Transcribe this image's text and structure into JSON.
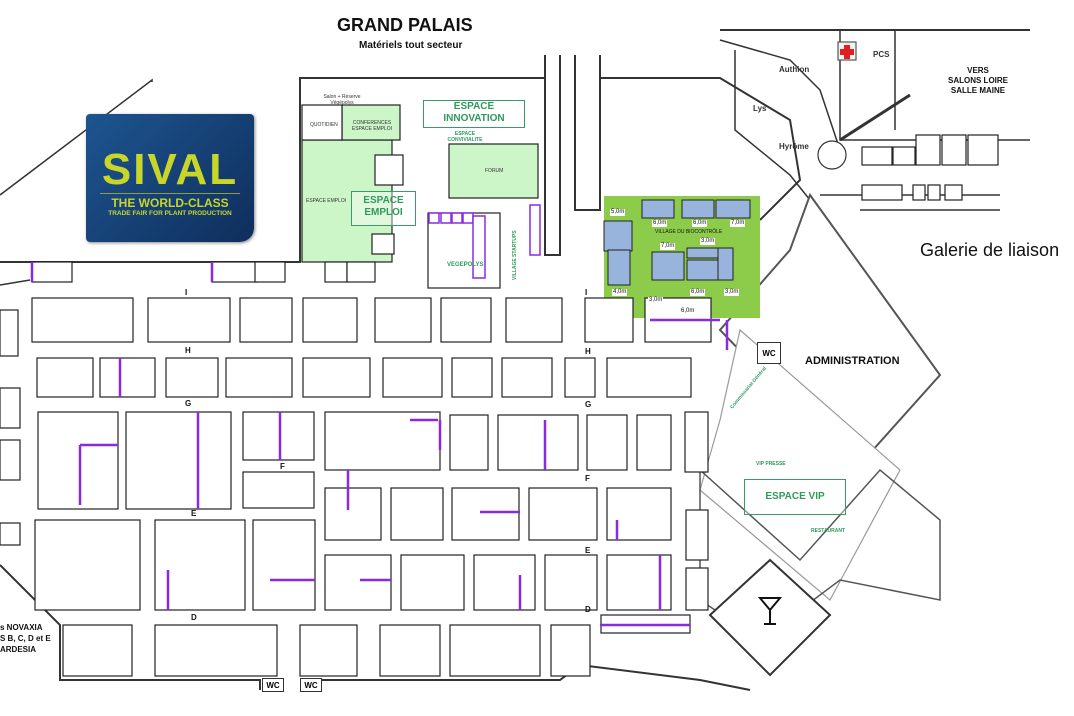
{
  "header": {
    "title": "GRAND PALAIS",
    "subtitle": "Matériels tout secteur"
  },
  "logo": {
    "name": "SIVAL",
    "tagline": "THE WORLD-CLASS",
    "subtagline": "TRADE FAIR FOR PLANT PRODUCTION"
  },
  "zones": {
    "espace_innovation": "ESPACE INNOVATION",
    "espace_emploi": "ESPACE EMPLOI",
    "espace_emploi_small": "ESPACE EMPLOI",
    "espace_convivialite": "ESPACE CONVIVIALITE",
    "forum": "FORUM",
    "quotidien": "QUOTIDIEN",
    "conferences": "CONFERENCES ESPACE EMPLOI",
    "salon_reserve": "Salon + Réserve Végépolys",
    "vegepolys": "VEGEPOLYS",
    "village_startups": "VILLAGE STARTUPS",
    "village_biocontrole": "VILLAGE DU BIOCONTRÔLE",
    "espace_vip": "ESPACE VIP",
    "vip_presse": "VIP PRESSE",
    "restaurant": "RESTAURANT",
    "administration": "ADMINISTRATION",
    "commissariat": "Commissariat Général",
    "galerie": "Galerie de liaison",
    "vers": [
      "VERS",
      "SALONS LOIRE",
      "SALLE MAINE"
    ],
    "novaxia": [
      "s NOVAXIA",
      "S B, C, D et E",
      "ARDESIA"
    ]
  },
  "rooms": {
    "authion": "Authion",
    "lys": "Lys",
    "hyrome": "Hyrôme",
    "pcs": "PCS",
    "wc": "WC"
  },
  "aisles": [
    "I",
    "H",
    "G",
    "F",
    "E",
    "D"
  ],
  "dimensions": [
    "5,0m",
    "6,0m",
    "6,0m",
    "7,0m",
    "7,0m",
    "3,0m",
    "4,0m",
    "3,0m",
    "6,0m",
    "3,0m",
    "6,0m"
  ],
  "colors": {
    "stand_border": "#8a2be2",
    "green_zone": "#ccf5c8",
    "bio_green": "#8ccc4a",
    "bio_stand": "#98b4dc",
    "label_green": "#2f9a5a",
    "logo_bg": "#1d4f8a",
    "logo_text": "#c8d62a",
    "cross": "#e02020"
  }
}
